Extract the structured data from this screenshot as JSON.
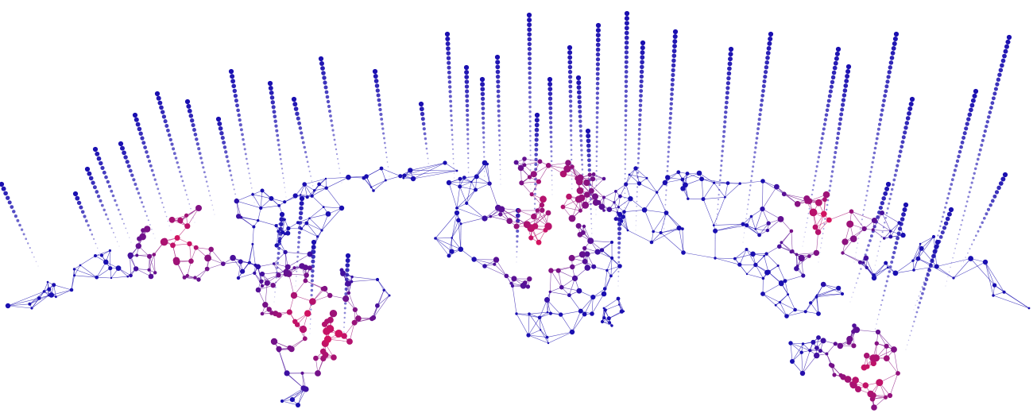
{
  "image": {
    "kind": "illustration",
    "palette": {
      "background": "#ffffff",
      "primary": "#1a0fb0",
      "secondary": "#6a1aa0",
      "accent": "#e0135a"
    },
    "elements": [
      "network-world-map",
      "dotted-light-beams"
    ]
  }
}
